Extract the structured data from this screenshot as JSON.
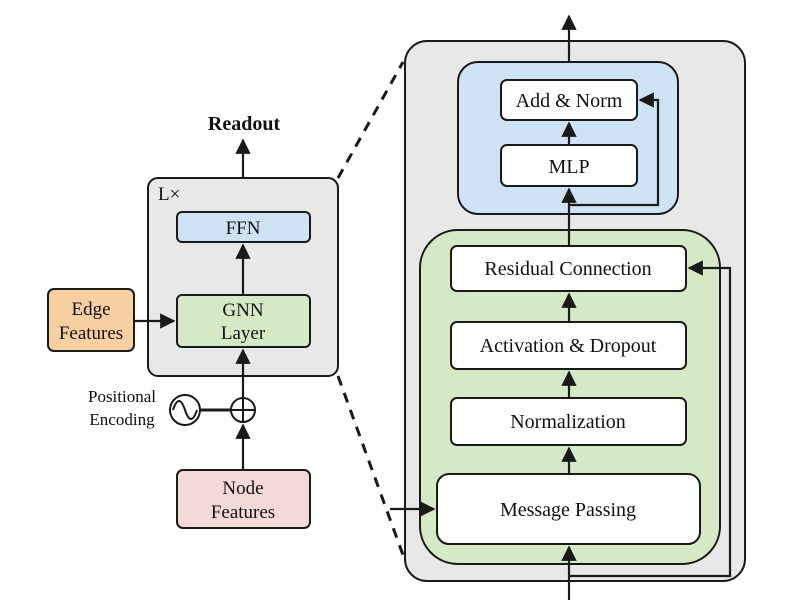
{
  "left": {
    "readout": "Readout",
    "repeat": "L×",
    "ffn": "FFN",
    "gnn_layer": [
      "GNN",
      "Layer"
    ],
    "edge_features": [
      "Edge",
      "Features"
    ],
    "positional_encoding": [
      "Positional",
      "Encoding"
    ],
    "node_features": [
      "Node",
      "Features"
    ]
  },
  "right": {
    "add_norm": "Add & Norm",
    "mlp": "MLP",
    "residual": "Residual Connection",
    "activation": "Activation & Dropout",
    "normalization": "Normalization",
    "message_passing": "Message Passing"
  },
  "colors": {
    "gray_panel": "#e8e8e8",
    "blue": "#cfe2f3",
    "green": "#d6e9c6",
    "orange": "#f8cfa0",
    "pink": "#f4d9d9",
    "stroke": "#1a1a1a"
  }
}
